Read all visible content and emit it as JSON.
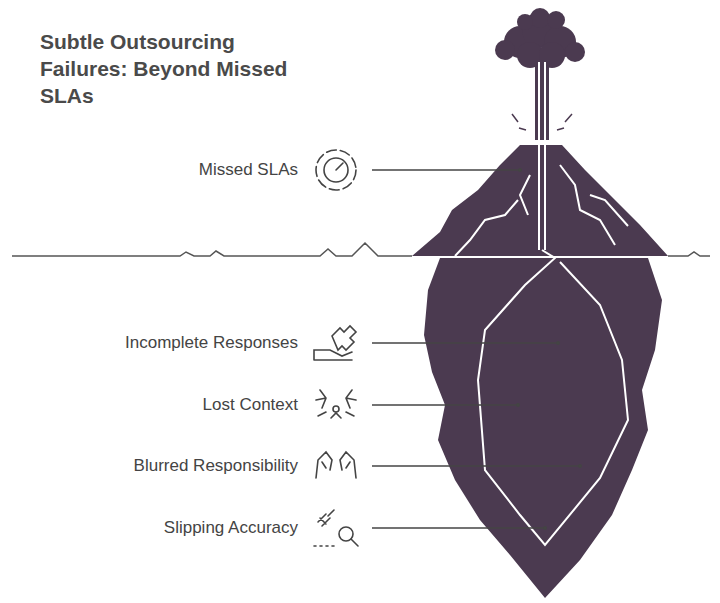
{
  "diagram": {
    "title": "Subtle Outsourcing Failures: Beyond Missed SLAs",
    "labels": [
      "Missed SLAs",
      "Incomplete Responses",
      "Lost Context",
      "Blurred Responsibility",
      "Slipping Accuracy"
    ]
  }
}
